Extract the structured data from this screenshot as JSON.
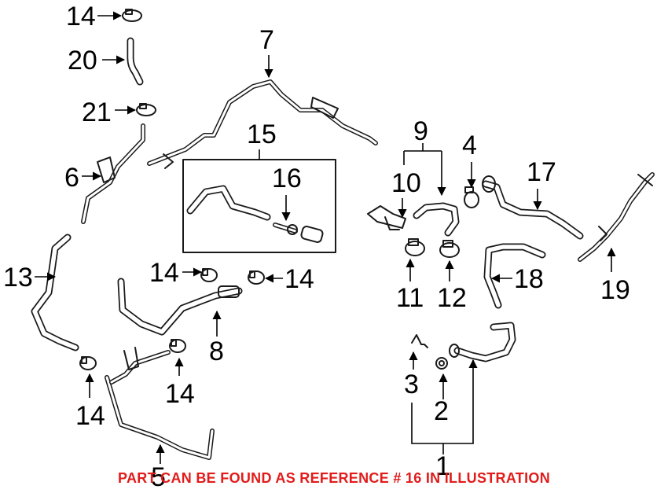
{
  "callouts": {
    "c1": "1",
    "c2": "2",
    "c3": "3",
    "c4": "4",
    "c5": "5",
    "c6": "6",
    "c7": "7",
    "c8": "8",
    "c9": "9",
    "c10": "10",
    "c11": "11",
    "c12": "12",
    "c13": "13",
    "c14a": "14",
    "c14b": "14",
    "c14c": "14",
    "c14d": "14",
    "c14e": "14",
    "c15": "15",
    "c16": "16",
    "c17": "17",
    "c18": "18",
    "c19": "19",
    "c20": "20",
    "c21": "21"
  },
  "note": "PART CAN BE FOUND AS REFERENCE # 16 IN ILLUSTRATION",
  "colors": {
    "note": "#e21b1b",
    "line": "#1a1a1a",
    "background": "#ffffff"
  }
}
